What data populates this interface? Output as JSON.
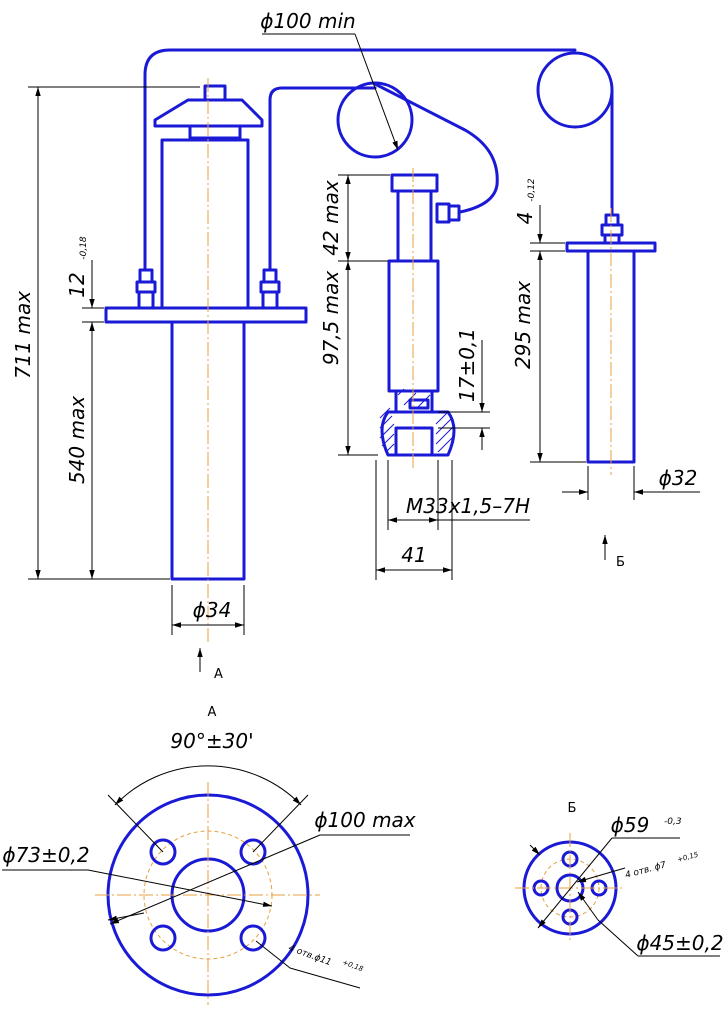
{
  "dims": {
    "pulley_dia": "ϕ100 min",
    "total_height": "711 max",
    "immersion_1": "540 max",
    "flange_thk_1": "12",
    "flange_tol_1": "-0,18",
    "dia_34": "ϕ34",
    "height_42": "42 max",
    "height_97": "97,5 max",
    "dim_17": "17±0,1",
    "thread": "M33x1,5–7H",
    "hex_41": "41",
    "flange_thk_2": "4",
    "flange_tol_2": "-0,12",
    "immersion_2": "295 max",
    "dia_32": "ϕ32"
  },
  "views": {
    "arrow_a": "А",
    "arrow_b": "Б",
    "title_a": "А",
    "title_b": "Б"
  },
  "flange_a": {
    "angle": "90°±30'",
    "outer_dia": "ϕ100 max",
    "bolt_circle": "ϕ73±0,2",
    "holes": "4 отв.ϕ11",
    "holes_tol": "+0,18"
  },
  "flange_b": {
    "outer_dia": "ϕ59",
    "outer_tol": "-0,3",
    "holes": "4 отв. ϕ7",
    "holes_tol": "+0,15",
    "bolt_circle": "ϕ45±0,2"
  },
  "colors": {
    "part": "#1a1ad6",
    "centerline": "#e8a040",
    "dimension": "#000000"
  }
}
